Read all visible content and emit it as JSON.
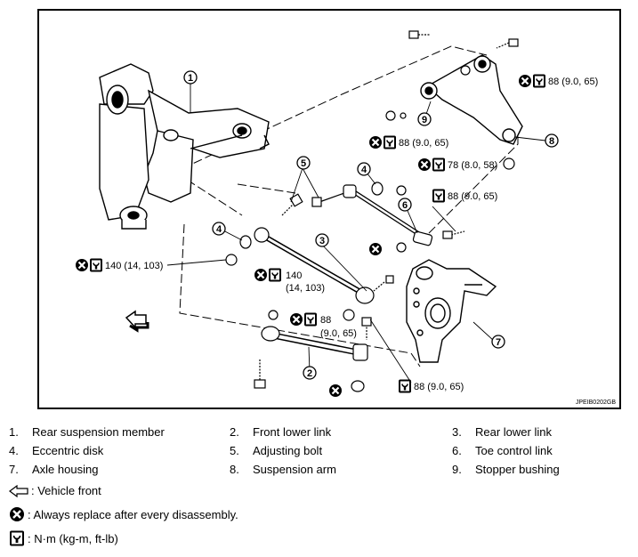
{
  "callouts": {
    "c1": "1",
    "c2": "2",
    "c3": "3",
    "c4a": "4",
    "c4b": "4",
    "c5": "5",
    "c6": "6",
    "c7": "7",
    "c8": "8",
    "c9": "9"
  },
  "torques": {
    "t_88_top": "88 (9.0, 65)",
    "t_88_stopper": "88 (9.0, 65)",
    "t_78": "78 (8.0, 58)",
    "t_88_toe": "88 (9.0, 65)",
    "t_140_left": "140 (14, 103)",
    "t_140_mid_line1": "140",
    "t_140_mid_line2": "(14, 103)",
    "t_88_front_line1": "88",
    "t_88_front_line2": "(9.0, 65)",
    "t_88_bottom": "88 (9.0, 65)"
  },
  "figure_code": "JPEIB0202GB",
  "legend": {
    "items": [
      {
        "num": "1.",
        "label": "Rear suspension member"
      },
      {
        "num": "2.",
        "label": "Front lower link"
      },
      {
        "num": "3.",
        "label": "Rear lower link"
      },
      {
        "num": "4.",
        "label": "Eccentric disk"
      },
      {
        "num": "5.",
        "label": "Adjusting bolt"
      },
      {
        "num": "6.",
        "label": "Toe control link"
      },
      {
        "num": "7.",
        "label": "Axle housing"
      },
      {
        "num": "8.",
        "label": "Suspension arm"
      },
      {
        "num": "9.",
        "label": "Stopper bushing"
      }
    ]
  },
  "notes": {
    "vehicle_front": ": Vehicle front",
    "replace": ": Always replace after every disassembly.",
    "torque_unit": ": N·m (kg-m, ft-lb)"
  },
  "icons": [
    "no-reuse-icon",
    "torque-wrench-icon",
    "arrow-front-icon"
  ]
}
